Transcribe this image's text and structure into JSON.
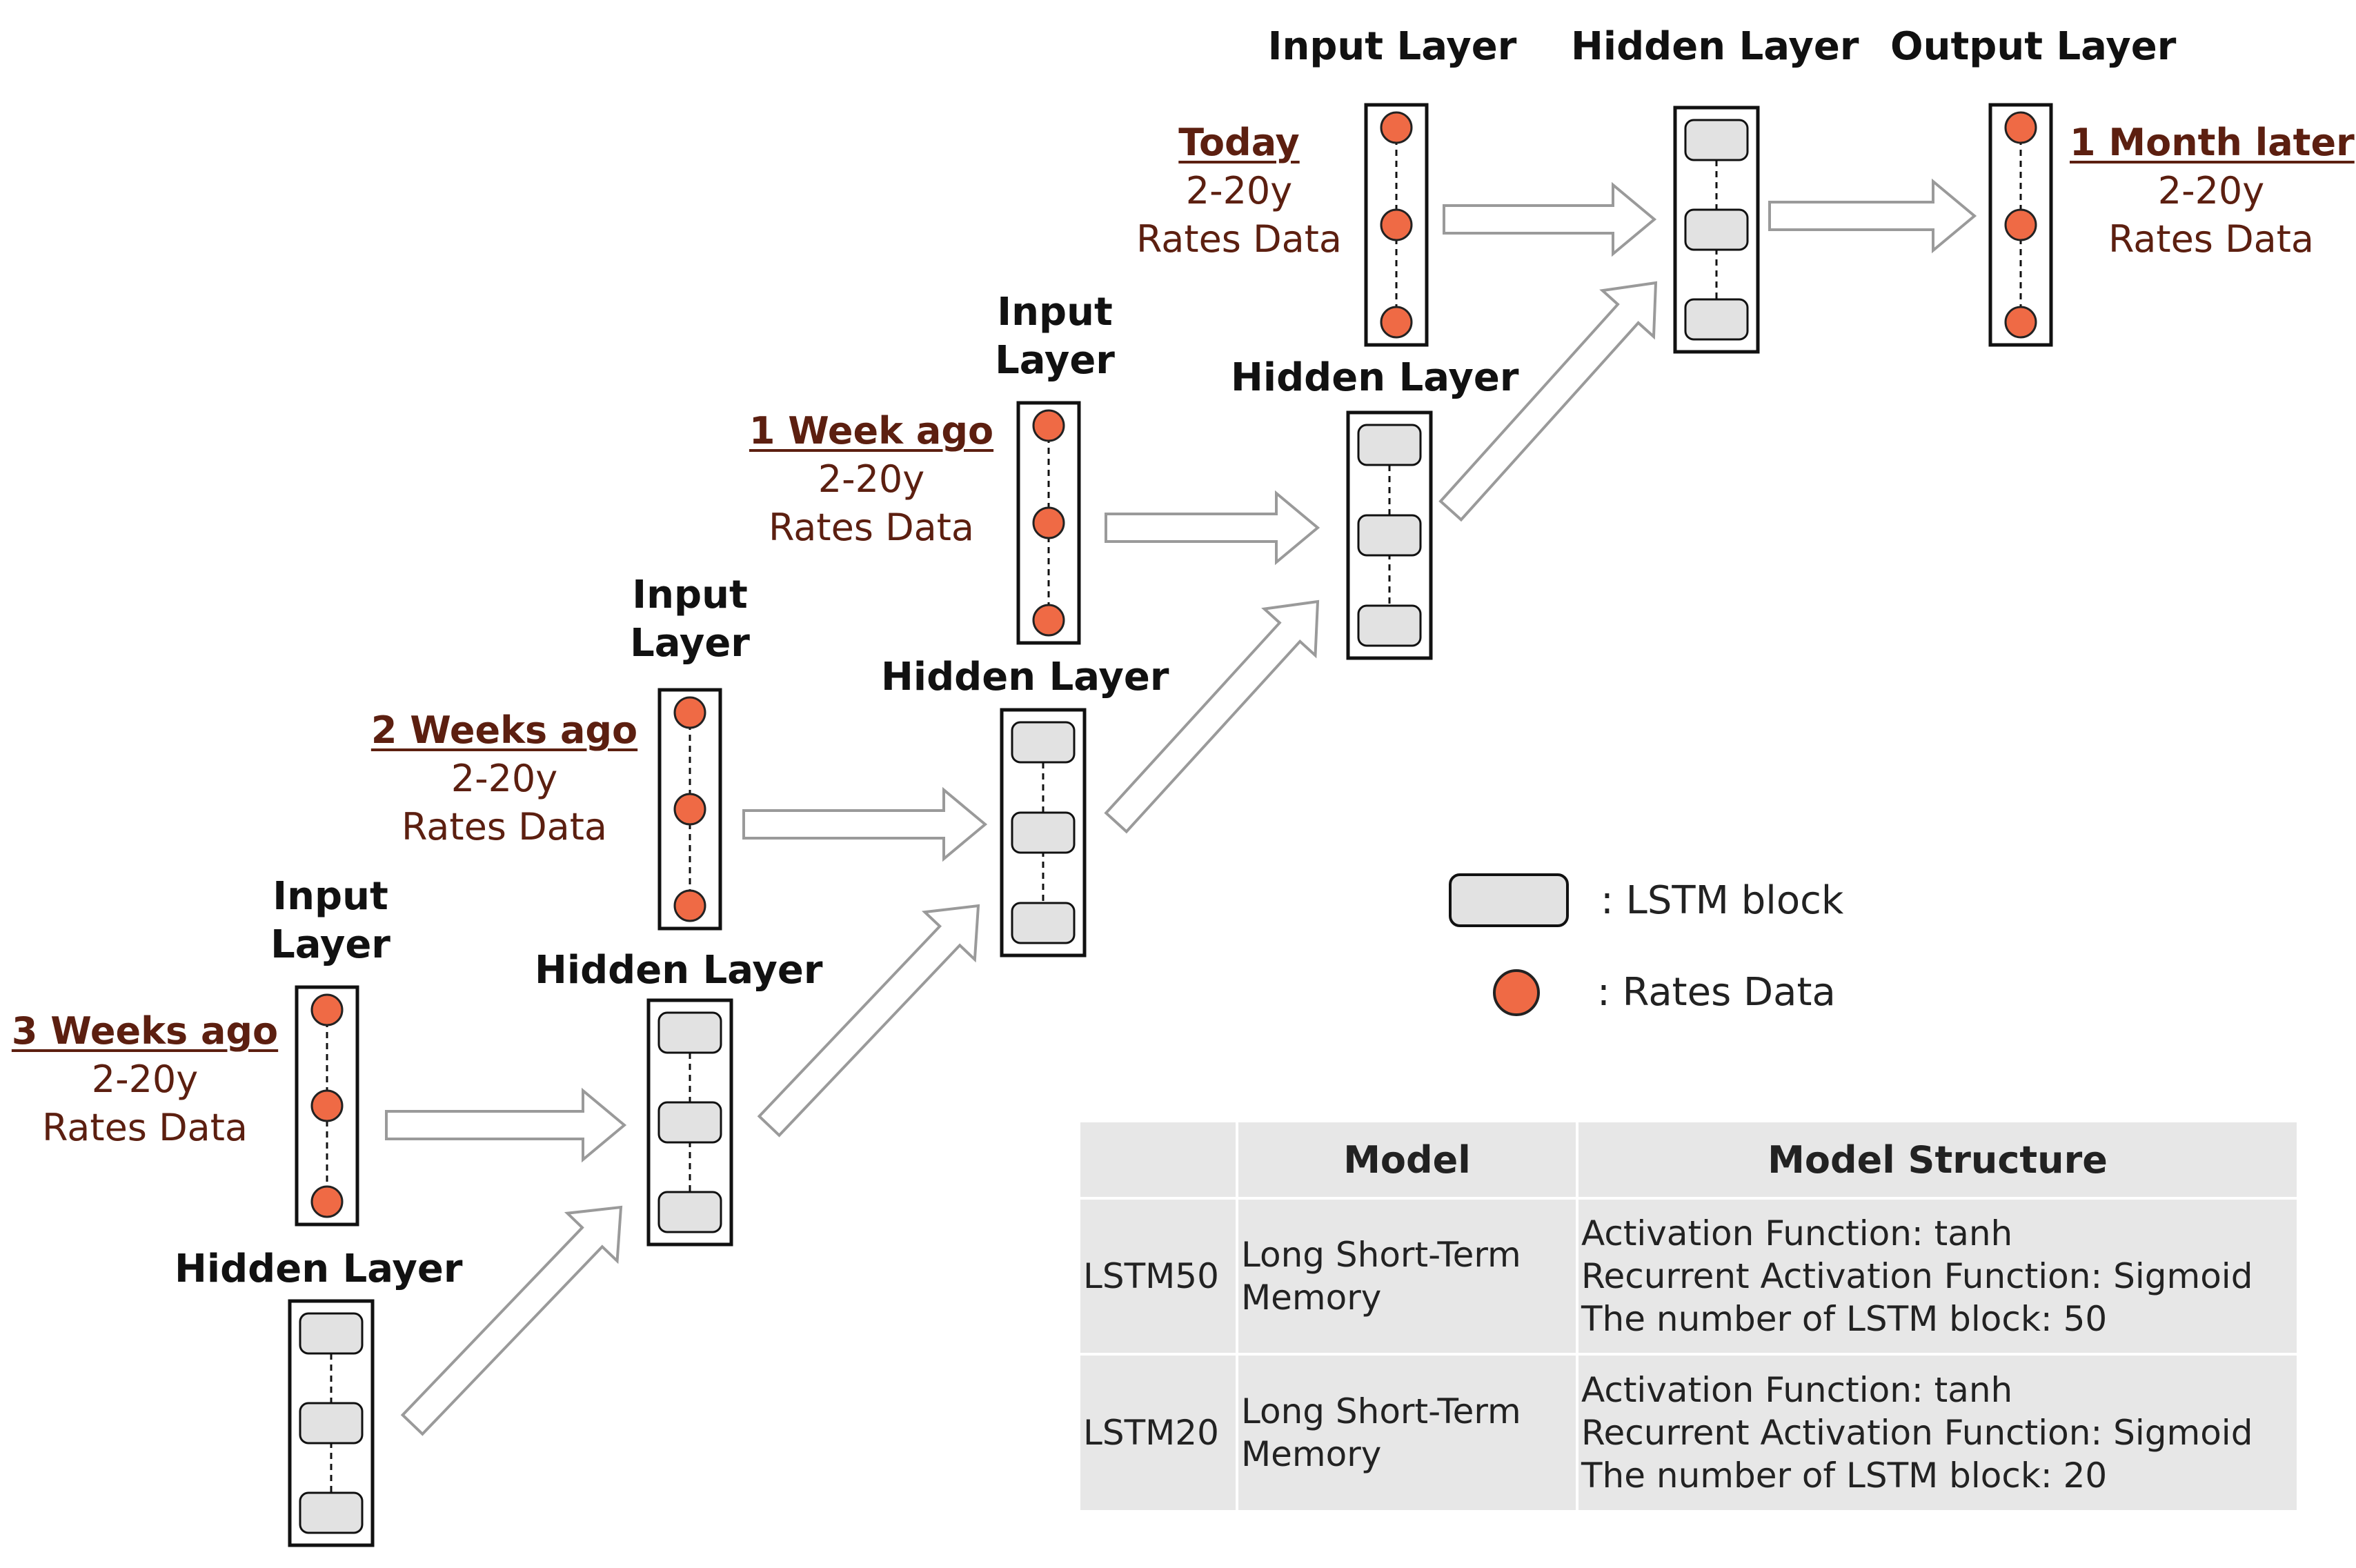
{
  "columns": [
    {
      "input_label": "Input\nLayer",
      "hidden_label": "Hidden Layer",
      "time": "3 Weeks ago",
      "range": "2-20y",
      "data": "Rates Data"
    },
    {
      "input_label": "Input\nLayer",
      "hidden_label": "Hidden Layer",
      "time": "2 Weeks ago",
      "range": "2-20y",
      "data": "Rates Data"
    },
    {
      "input_label": "Input\nLayer",
      "hidden_label": "Hidden Layer",
      "time": "1 Week ago",
      "range": "2-20y",
      "data": "Rates Data"
    },
    {
      "input_label": "Input Layer",
      "hidden_label": "Hidden Layer",
      "time": "Today",
      "range": "2-20y",
      "data": "Rates Data"
    }
  ],
  "output": {
    "label": "Output Layer",
    "time": "1 Month later",
    "range": "2-20y",
    "data": "Rates Data"
  },
  "legend": {
    "lstm": ": LSTM block",
    "rates": ": Rates Data"
  },
  "table": {
    "headers": [
      "",
      "Model",
      "Model Structure"
    ],
    "rows": [
      {
        "name": "LSTM50",
        "model": [
          "Long Short-Term",
          "Memory"
        ],
        "structure": [
          "Activation Function: tanh",
          "Recurrent Activation Function: Sigmoid",
          "The number of LSTM block: 50"
        ]
      },
      {
        "name": "LSTM20",
        "model": [
          "Long Short-Term",
          "Memory"
        ],
        "structure": [
          "Activation Function: tanh",
          "Recurrent Activation Function: Sigmoid",
          "The number of LSTM block: 20"
        ]
      }
    ]
  },
  "colors": {
    "node": "#ef6a45",
    "node_stroke": "#222222",
    "block_fill": "#e2e2e2",
    "text_dark": "#5c1f10",
    "table_bg": "#e7e7e7"
  }
}
